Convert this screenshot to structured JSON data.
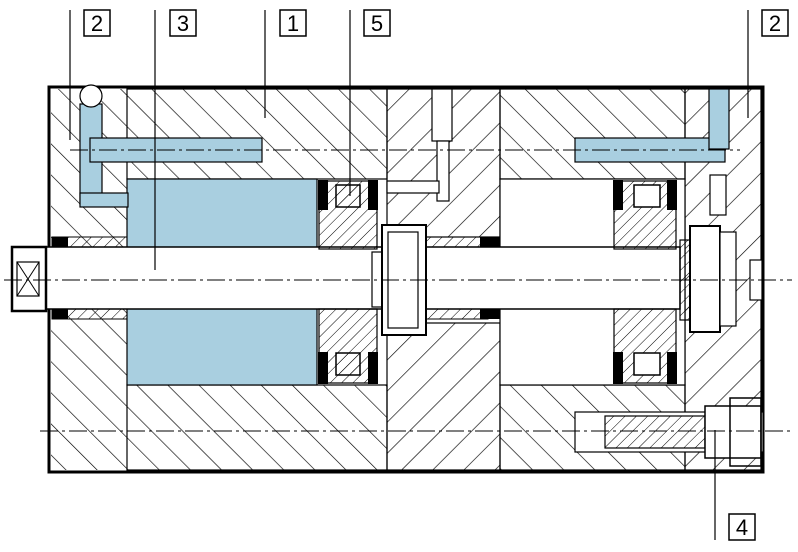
{
  "labels": [
    "2",
    "3",
    "1",
    "5",
    "2",
    "4"
  ],
  "colors": {
    "fluid": "#a9cfe0",
    "line": "#000000",
    "background": "#ffffff",
    "seal": "#000000"
  }
}
